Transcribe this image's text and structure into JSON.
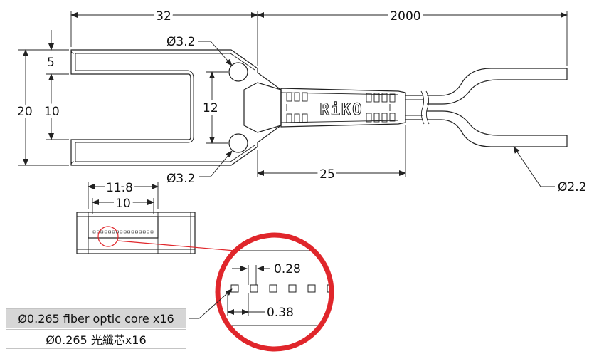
{
  "dimensions": {
    "width_fork": "32",
    "cable_length": "2000",
    "hole_top": "Ø3.2",
    "hole_bottom": "Ø3.2",
    "height_total": "20",
    "slot_offset": "5",
    "slot_width": "10",
    "hole_spacing": "12",
    "body_length": "25",
    "cable_diameter": "Ø2.2",
    "head_width": "11.8",
    "array_width": "10",
    "core_pitch_gap": "0.28",
    "core_pitch": "0.38"
  },
  "brand_label": "RiKO",
  "legend": {
    "english": "Ø0.265 fiber optic core x16",
    "chinese": "Ø0.265 光纖芯x16"
  },
  "colors": {
    "callout_circle": "#e0262b",
    "legend_bg": "#d6d6d6"
  }
}
